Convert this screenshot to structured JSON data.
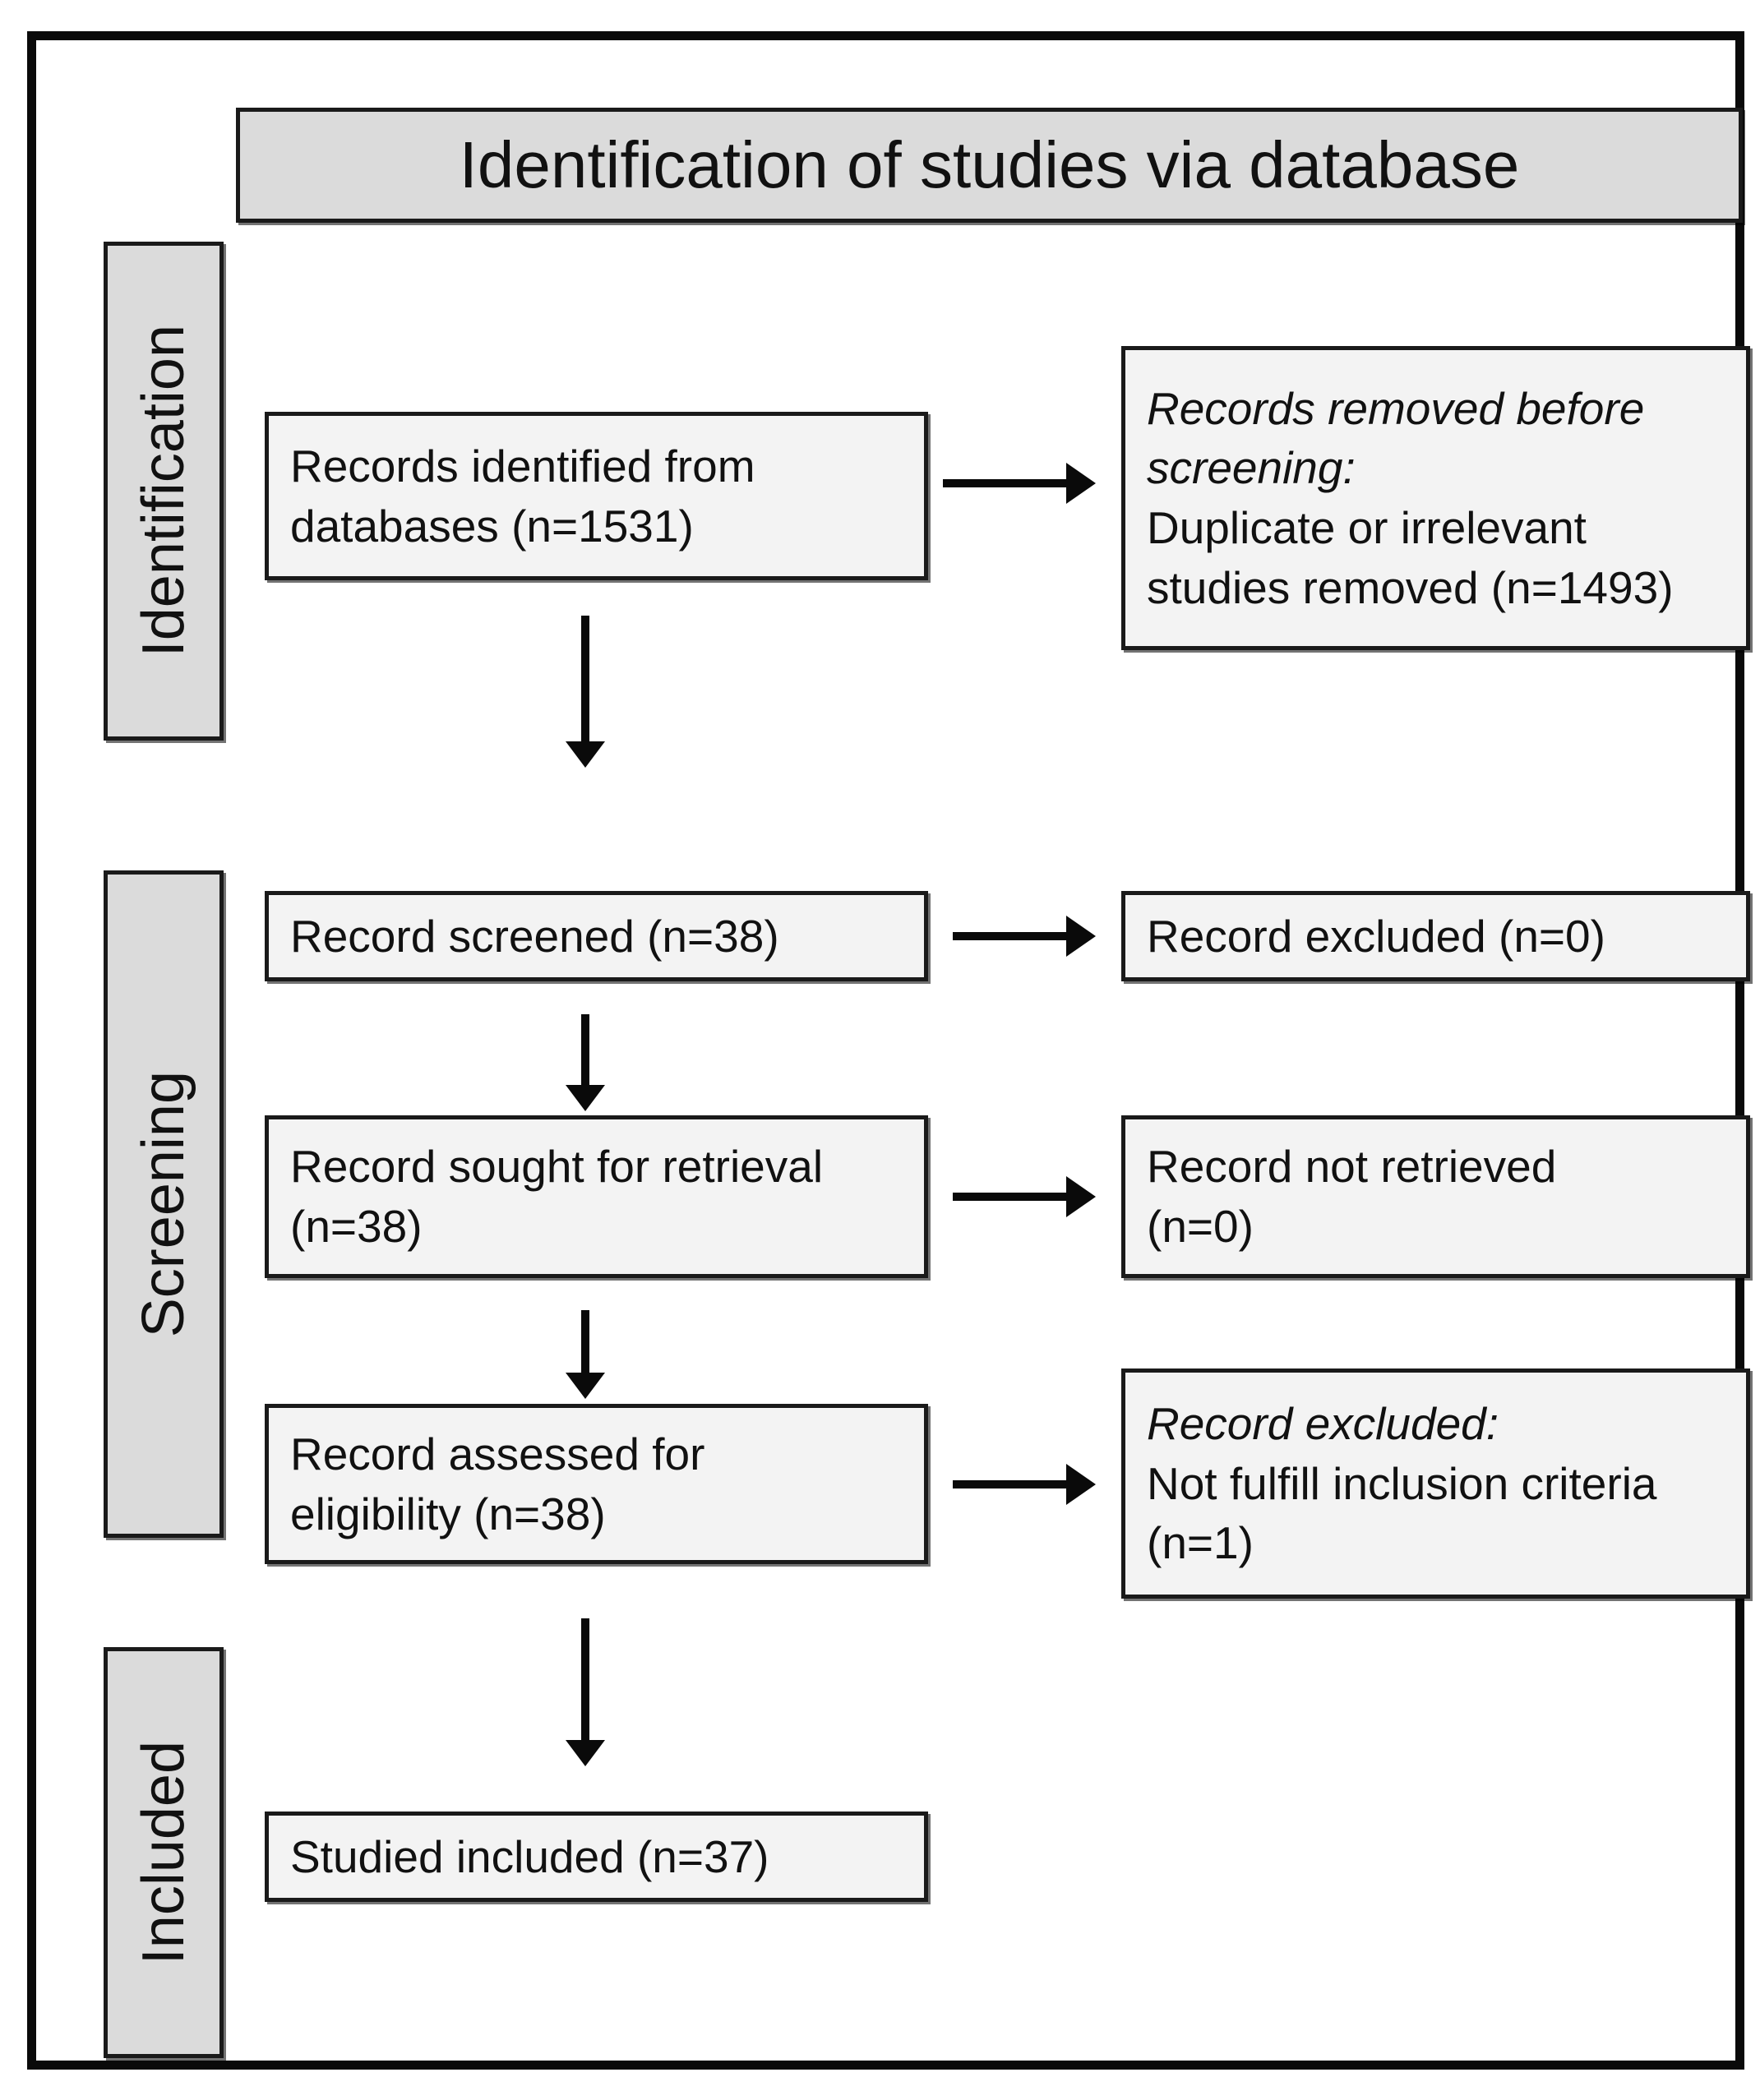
{
  "diagram": {
    "title": "Identification of studies via database",
    "stages": [
      {
        "id": "identification",
        "label": "Identification"
      },
      {
        "id": "screening",
        "label": "Screening"
      },
      {
        "id": "included",
        "label": "Included"
      }
    ],
    "boxes": {
      "identified": {
        "line1": "Records identified from",
        "line2": "databases (n=1531)"
      },
      "removed": {
        "line1": "Records removed before",
        "line2": "screening:",
        "line3": "Duplicate or irrelevant",
        "line4": "studies removed (n=1493)"
      },
      "screened": {
        "line1": "Record screened (n=38)"
      },
      "excluded_zero": {
        "line1": "Record excluded (n=0)"
      },
      "sought": {
        "line1": "Record sought for retrieval",
        "line2": "(n=38)"
      },
      "not_retrieved": {
        "line1": "Record not retrieved",
        "line2": "(n=0)"
      },
      "eligibility": {
        "line1": "Record assessed  for",
        "line2": "eligibility (n=38)"
      },
      "excluded_criteria": {
        "line1": "Record excluded:",
        "line2": "Not fulfill inclusion criteria",
        "line3": "(n=1)"
      },
      "included": {
        "line1": "Studied included (n=37)"
      }
    },
    "colors": {
      "banner_fill": "#dbdbdb",
      "box_fill": "#f3f3f3",
      "border": "#1a1a1a",
      "arrow": "#0a0a0a"
    }
  },
  "chart_data": {
    "type": "diagram",
    "title": "Identification of studies via database",
    "flow": [
      {
        "stage": "Identification",
        "node": "Records identified from databases",
        "n": 1531
      },
      {
        "stage": "Identification",
        "node": "Records removed before screening: Duplicate or irrelevant studies removed",
        "n": 1493
      },
      {
        "stage": "Screening",
        "node": "Record screened",
        "n": 38
      },
      {
        "stage": "Screening",
        "node": "Record excluded",
        "n": 0
      },
      {
        "stage": "Screening",
        "node": "Record sought for retrieval",
        "n": 38
      },
      {
        "stage": "Screening",
        "node": "Record not retrieved",
        "n": 0
      },
      {
        "stage": "Screening",
        "node": "Record assessed for eligibility",
        "n": 38
      },
      {
        "stage": "Screening",
        "node": "Record excluded: Not fulfill inclusion criteria",
        "n": 1
      },
      {
        "stage": "Included",
        "node": "Studied included",
        "n": 37
      }
    ]
  }
}
